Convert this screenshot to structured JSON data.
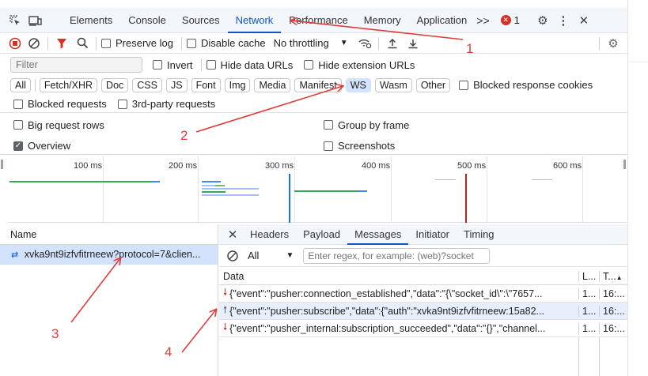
{
  "tabs": [
    "Elements",
    "Console",
    "Sources",
    "Network",
    "Performance",
    "Memory",
    "Application"
  ],
  "active_tab": "Network",
  "overflow_label": ">>",
  "error_count": "1",
  "toolbar": {
    "preserve_log": "Preserve log",
    "disable_cache": "Disable cache",
    "throttling": "No throttling"
  },
  "filter": {
    "placeholder": "Filter",
    "invert": "Invert",
    "hide_data_urls": "Hide data URLs",
    "hide_extension_urls": "Hide extension URLs"
  },
  "type_filters": [
    "All",
    "Fetch/XHR",
    "Doc",
    "CSS",
    "JS",
    "Font",
    "Img",
    "Media",
    "Manifest",
    "WS",
    "Wasm",
    "Other"
  ],
  "active_type": "WS",
  "blocked_response_cookies": "Blocked response cookies",
  "blocked_requests": "Blocked requests",
  "third_party": "3rd-party requests",
  "options": {
    "big_request_rows": "Big request rows",
    "group_by_frame": "Group by frame",
    "overview": "Overview",
    "screenshots": "Screenshots"
  },
  "overview_ticks": [
    "100 ms",
    "200 ms",
    "300 ms",
    "400 ms",
    "500 ms",
    "600 ms"
  ],
  "requests": {
    "header": "Name",
    "items": [
      {
        "name": "xvka9nt9izfvfitrneew?protocol=7&clien..."
      }
    ]
  },
  "detail_tabs": [
    "Headers",
    "Payload",
    "Messages",
    "Initiator",
    "Timing"
  ],
  "active_detail_tab": "Messages",
  "messages_filter": {
    "type": "All",
    "placeholder": "Enter regex, for example: (web)?socket"
  },
  "messages_table": {
    "columns": [
      "Data",
      "L...",
      "T..."
    ],
    "rows": [
      {
        "direction": "received",
        "data": "{\"event\":\"pusher:connection_established\",\"data\":\"{\\\"socket_id\\\":\\\"7657...",
        "length": "1...",
        "time": "16:..."
      },
      {
        "direction": "sent",
        "data": "{\"event\":\"pusher:subscribe\",\"data\":{\"auth\":\"xvka9nt9izfvfitrneew:15a82...",
        "length": "1...",
        "time": "16:..."
      },
      {
        "direction": "received",
        "data": "{\"event\":\"pusher_internal:subscription_succeeded\",\"data\":\"{}\",\"channel...",
        "length": "1...",
        "time": "16:..."
      }
    ]
  },
  "annotations": [
    "1",
    "2",
    "3",
    "4"
  ],
  "colors": {
    "accent": "#0b57d0",
    "annotation": "#e03c3c",
    "record": "#d93025",
    "selected_bg": "#d3e3fd"
  }
}
